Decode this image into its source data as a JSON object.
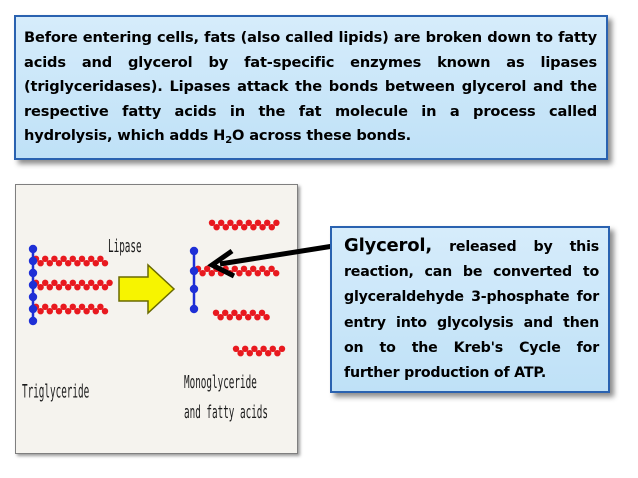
{
  "intro": {
    "text_before_sub": "Before entering cells, fats (also called lipids) are broken down to fatty acids and glycerol by fat-specific enzymes known as lipases (triglyceridases). Lipases attack the bonds between glycerol and the respective fatty acids in the fat molecule in a process called hydrolysis, which adds H",
    "subscript": "2",
    "text_after_sub": "O across these bonds."
  },
  "figure": {
    "lipase_label": "Lipase",
    "triglyceride_label": "Triglyceride",
    "monoglyceride_line1": "Monoglyceride",
    "monoglyceride_line2": "and fatty acids"
  },
  "callout": {
    "heading": "Glycerol,",
    "body": " released by this reaction, can be converted to glyceraldehyde 3-phosphate for entry into glycolysis and then on to the Kreb's Cycle for further production of ATP."
  },
  "colors": {
    "box_fill": "#c8e6f9",
    "box_border": "#2a62b0",
    "fatty_acid": "#e8191f",
    "glycerol": "#1e2fd6",
    "arrow_fill": "#f7f400",
    "arrow_border": "#6a6a00"
  }
}
